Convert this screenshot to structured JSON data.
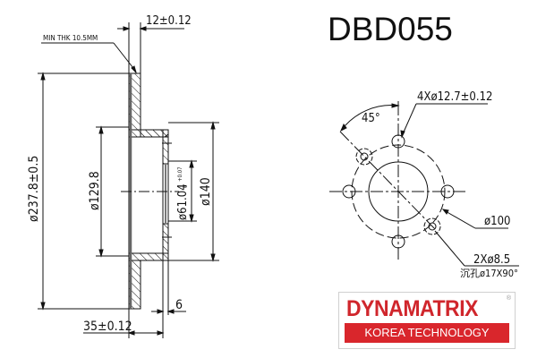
{
  "title": {
    "part_number": "DBD055"
  },
  "cross_section": {
    "min_thickness_note": "MIN THK 10.5MM",
    "disc_thickness": "12±0.12",
    "outer_diameter": "ø237.8±0.5",
    "inner_diameter_1": "ø129.8",
    "center_bore": "ø61.04",
    "center_bore_tolerance_upper": "+0.07",
    "center_bore_tolerance_lower": "0",
    "hat_diameter": "ø140",
    "overall_height": "35±0.12",
    "hat_thickness": "6"
  },
  "bolt_pattern": {
    "bolt_holes": "4Xø12.7±0.12",
    "angle": "45°",
    "pcd": "ø100",
    "aux_holes": "2Xø8.5",
    "countersink": "沉孔ø17X90°"
  },
  "logo": {
    "brand": "DYNAMATRIX",
    "registered_mark": "®",
    "tagline": "KOREA TECHNOLOGY",
    "brand_color": "#d0262c",
    "band_color": "#d9262c"
  }
}
